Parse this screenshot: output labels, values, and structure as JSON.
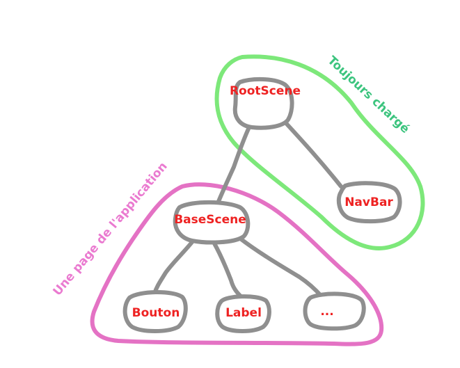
{
  "groups": {
    "always_loaded": {
      "label": "Toujours chargé",
      "color": "#7de87a",
      "label_color": "#3cc47e"
    },
    "app_page": {
      "label": "Une page de l'application",
      "color": "#e472c4",
      "label_color": "#ea7ad0"
    }
  },
  "nodes": {
    "root": {
      "label": "RootScene"
    },
    "navbar": {
      "label": "NavBar"
    },
    "base": {
      "label": "BaseScene"
    },
    "button": {
      "label": "Bouton"
    },
    "label": {
      "label": "Label"
    },
    "more": {
      "label": "..."
    }
  },
  "edges": [
    {
      "from": "RootScene",
      "to": "BaseScene"
    },
    {
      "from": "RootScene",
      "to": "NavBar"
    },
    {
      "from": "BaseScene",
      "to": "Bouton"
    },
    {
      "from": "BaseScene",
      "to": "Label"
    },
    {
      "from": "BaseScene",
      "to": "..."
    }
  ],
  "colors": {
    "node_text": "#ee2222",
    "node_stroke": "#8f8f8f",
    "edge_stroke": "#8f8f8f"
  }
}
